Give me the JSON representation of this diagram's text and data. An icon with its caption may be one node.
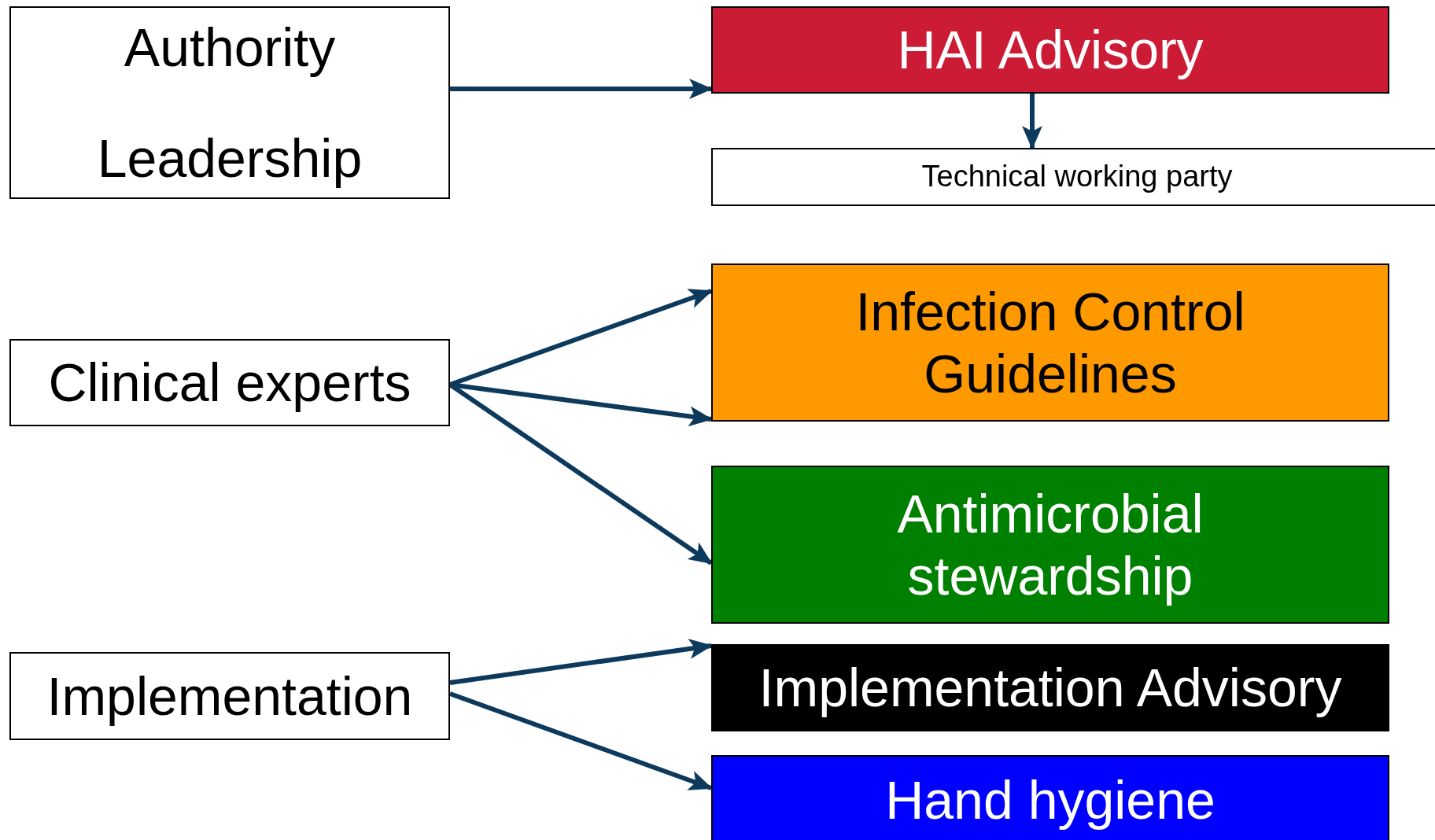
{
  "diagram": {
    "nodes": [
      {
        "text": [
          "Authority",
          "Leadership"
        ]
      },
      {
        "text": [
          "HAI Advisory"
        ]
      },
      {
        "text": [
          "Technical working party"
        ]
      },
      {
        "text": [
          "Clinical experts"
        ]
      },
      {
        "text": [
          "Infection Control Guidelines"
        ]
      },
      {
        "text": [
          "Antimicrobial stewardship"
        ]
      },
      {
        "text": [
          "Implementation"
        ]
      },
      {
        "text": [
          "Implementation Advisory"
        ]
      },
      {
        "text": [
          "Hand hygiene"
        ]
      }
    ],
    "edges": [
      {
        "from": 0,
        "to": 1,
        "arrow": "to"
      },
      {
        "from": 1,
        "to": 2,
        "arrow": "to"
      },
      {
        "from": 3,
        "to": 4,
        "arrow": "to"
      },
      {
        "from": 3,
        "to": 4,
        "arrow": "to"
      },
      {
        "from": 3,
        "to": 5,
        "arrow": "to"
      },
      {
        "from": 6,
        "to": 7,
        "arrow": "to"
      },
      {
        "from": 6,
        "to": 8,
        "arrow": "to"
      }
    ]
  }
}
